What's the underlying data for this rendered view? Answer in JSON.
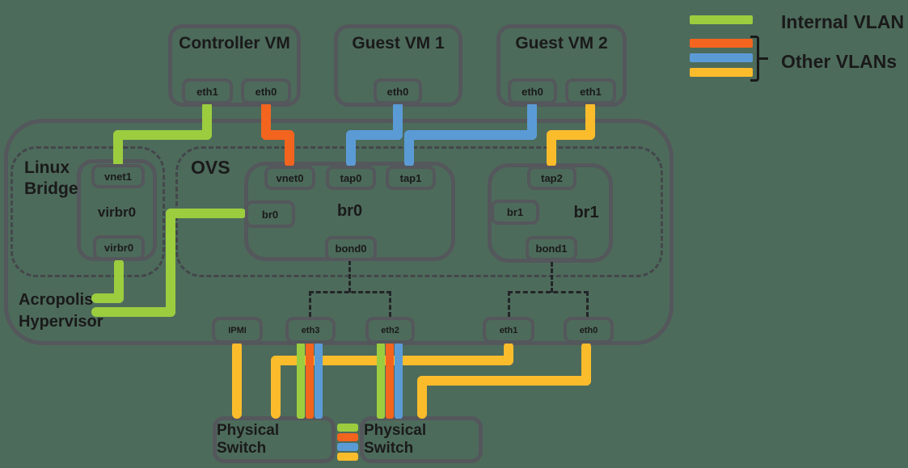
{
  "colors": {
    "background": "#4d6b5b",
    "border": "#54575b",
    "dashed": "#43474b",
    "bond_dash": "#222528",
    "text": "#1a1a1a",
    "green": "#9bcd3f",
    "orange": "#f3641e",
    "blue": "#5b9bd5",
    "yellow": "#fbbc2c"
  },
  "legend": {
    "internal_label": "Internal VLAN",
    "other_label": "Other VLANs",
    "internal_color": "#9bcd3f",
    "other_colors": [
      "#f3641e",
      "#5b9bd5",
      "#fbbc2c"
    ]
  },
  "vms": [
    {
      "title": "Controller VM",
      "ports": [
        "eth1",
        "eth0"
      ]
    },
    {
      "title": "Guest VM 1",
      "ports": [
        "eth0"
      ]
    },
    {
      "title": "Guest VM 2",
      "ports": [
        "eth0",
        "eth1"
      ]
    }
  ],
  "hypervisor": {
    "name_line1": "Acropolis",
    "name_line2": "Hypervisor"
  },
  "linux_bridge": {
    "name_line1": "Linux",
    "name_line2": "Bridge",
    "bridge_label": "virbr0",
    "top_port": "vnet1",
    "bottom_port": "virbr0"
  },
  "ovs": {
    "name": "OVS",
    "br0": {
      "label": "br0",
      "top_ports": [
        "vnet0",
        "tap0",
        "tap1"
      ],
      "left_port": "br0",
      "bottom_port": "bond0"
    },
    "br1": {
      "label": "br1",
      "top_ports": [
        "tap2"
      ],
      "left_port": "br1",
      "bottom_port": "bond1"
    }
  },
  "nics": [
    {
      "label": "IPMI"
    },
    {
      "label": "eth3"
    },
    {
      "label": "eth2"
    },
    {
      "label": "eth1"
    },
    {
      "label": "eth0"
    }
  ],
  "switches": [
    {
      "label": "Physical Switch"
    },
    {
      "label": "Physical Switch"
    }
  ]
}
